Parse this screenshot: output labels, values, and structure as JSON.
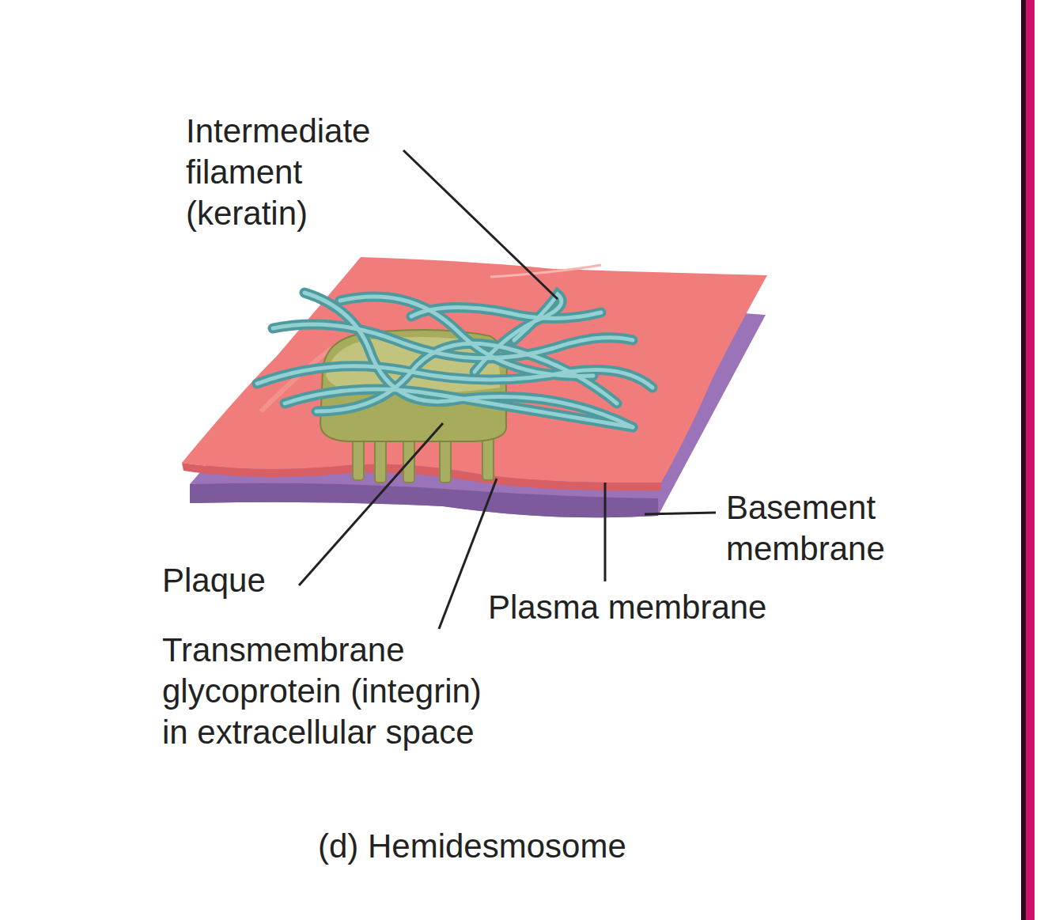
{
  "diagram": {
    "caption": "(d) Hemidesmosome",
    "labels": [
      "Intermediate filament (keratin)",
      "Basement membrane",
      "Plaque",
      "Plasma membrane",
      "Transmembrane glycoprotein (integrin) in extracellular space"
    ]
  }
}
